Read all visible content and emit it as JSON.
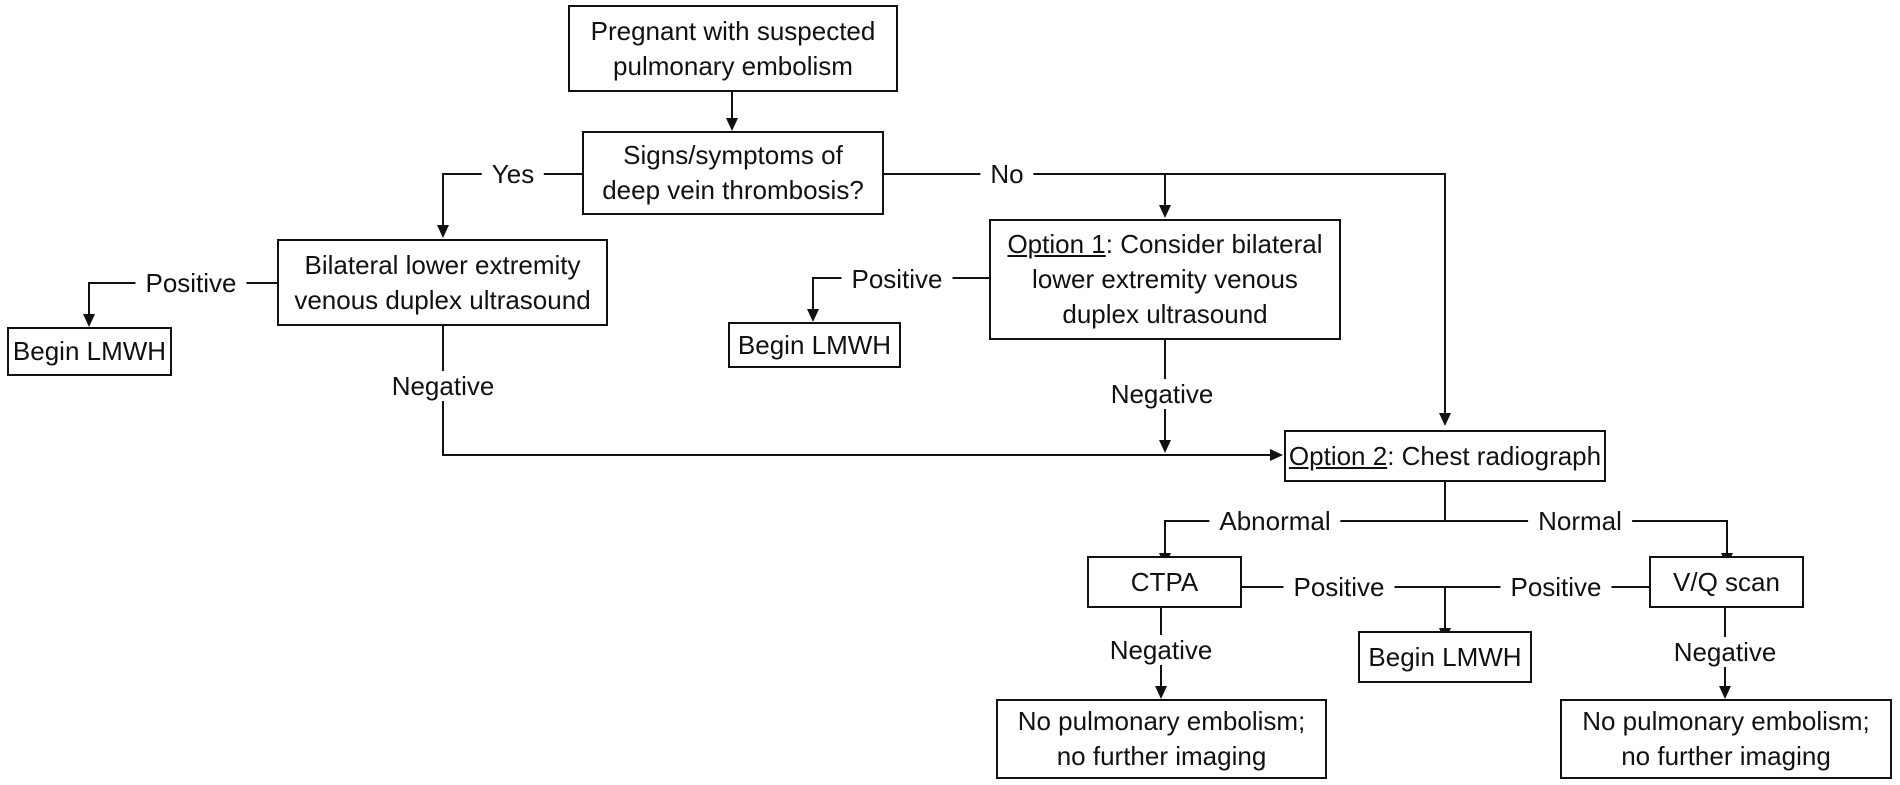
{
  "nodes": {
    "start": {
      "line1": "Pregnant with suspected",
      "line2": "pulmonary embolism"
    },
    "dvt_question": {
      "line1": "Signs/symptoms of",
      "line2": "deep vein thrombosis?"
    },
    "duplex_bilateral": {
      "line1": "Bilateral lower extremity",
      "line2": "venous duplex ultrasound"
    },
    "begin_lmwh_left": {
      "text": "Begin LMWH"
    },
    "option1": {
      "option": "Option 1",
      "line1_rest": ": Consider bilateral",
      "line2": "lower extremity venous",
      "line3": "duplex ultrasound"
    },
    "begin_lmwh_mid": {
      "text": "Begin LMWH"
    },
    "option2": {
      "option": "Option 2",
      "rest": ": Chest radiograph"
    },
    "ctpa": {
      "text": "CTPA"
    },
    "vq_scan": {
      "text": "V/Q scan"
    },
    "begin_lmwh_bottom": {
      "text": "Begin LMWH"
    },
    "no_pe_left": {
      "line1": "No pulmonary embolism;",
      "line2": "no further imaging"
    },
    "no_pe_right": {
      "line1": "No pulmonary embolism;",
      "line2": "no further imaging"
    }
  },
  "edge_labels": {
    "yes": "Yes",
    "no": "No",
    "positive_left": "Positive",
    "negative_left": "Negative",
    "positive_mid": "Positive",
    "negative_mid": "Negative",
    "abnormal": "Abnormal",
    "normal": "Normal",
    "positive_ctpa": "Positive",
    "positive_vq": "Positive",
    "negative_ctpa": "Negative",
    "negative_vq": "Negative"
  }
}
